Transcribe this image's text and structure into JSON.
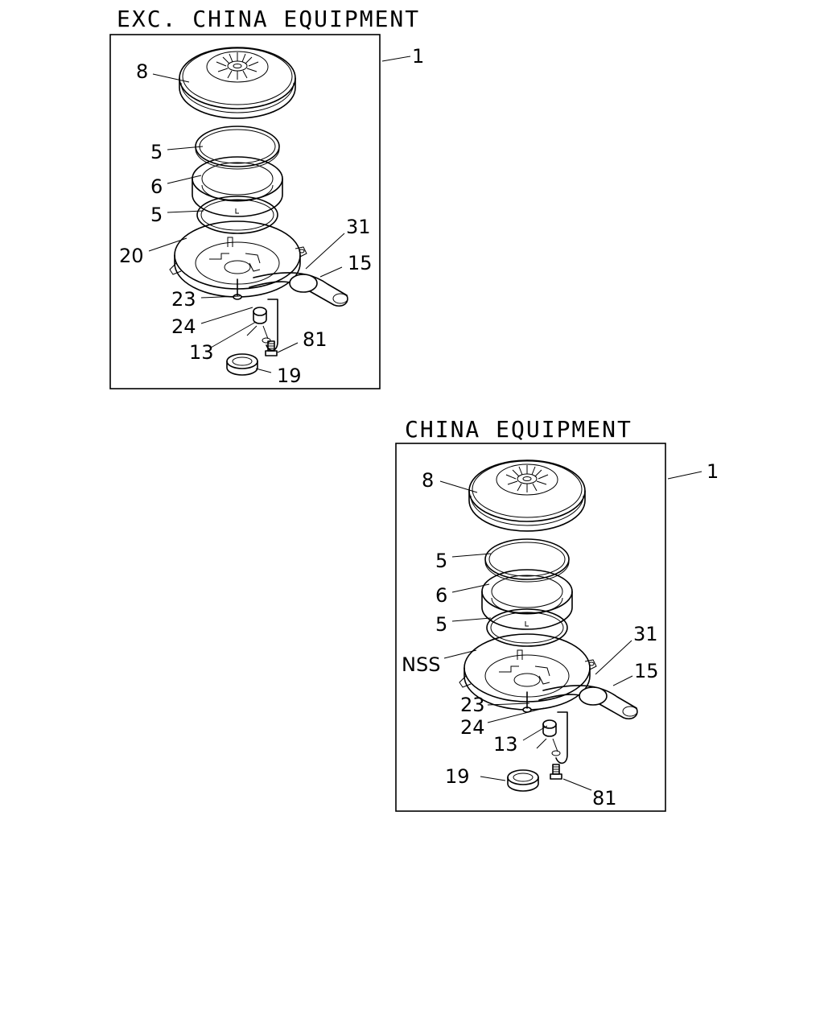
{
  "diagram_a": {
    "title": "EXC. CHINA EQUIPMENT",
    "labels": {
      "assembly": "1",
      "cover": "8",
      "seal_upper": "5",
      "element": "6",
      "seal_lower": "5",
      "body": "20",
      "tube": "31",
      "bracket": "15",
      "clip": "23",
      "washer": "24",
      "sensor": "13",
      "bolt": "81",
      "grommet": "19"
    }
  },
  "diagram_b": {
    "title": "CHINA EQUIPMENT",
    "labels": {
      "assembly": "1",
      "cover": "8",
      "seal_upper": "5",
      "element": "6",
      "seal_lower": "5",
      "body": "NSS",
      "tube": "31",
      "bracket": "15",
      "clip": "23",
      "washer": "24",
      "sensor": "13",
      "grommet": "19",
      "bolt": "81"
    }
  }
}
